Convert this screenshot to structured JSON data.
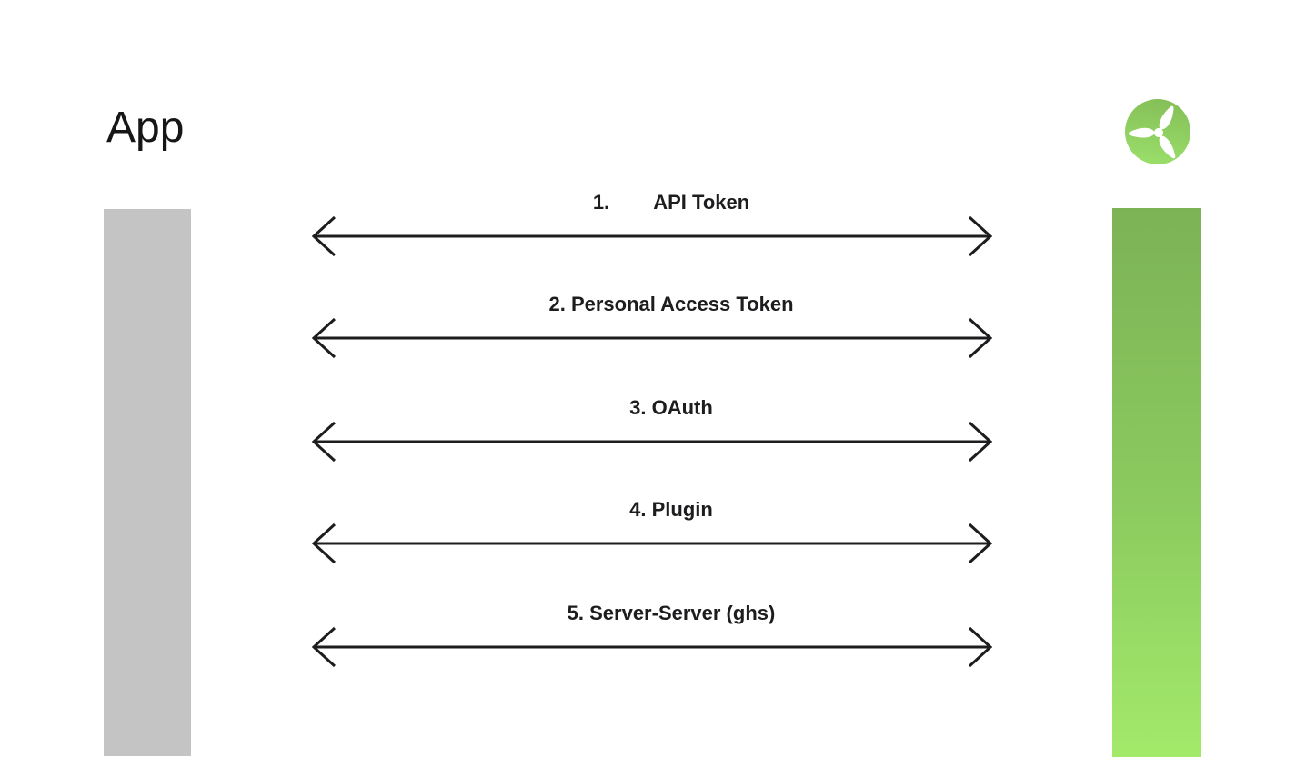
{
  "header": {
    "title": "App"
  },
  "logo": {
    "name": "green-turbine-logo",
    "circle_color_top": "#85bf58",
    "circle_color_bottom": "#9ade6a",
    "blade_color": "#ffffff"
  },
  "left_bar": {
    "color": "#c4c4c4"
  },
  "right_bar": {
    "gradient_top": "#7cb356",
    "gradient_bottom": "#a3ea6b"
  },
  "arrow": {
    "color": "#1d1d1f",
    "style": "double-headed"
  },
  "connections": [
    {
      "label": "1.        API Token"
    },
    {
      "label": "2. Personal Access Token"
    },
    {
      "label": "3. OAuth"
    },
    {
      "label": "4. Plugin"
    },
    {
      "label": "5. Server-Server (ghs)"
    }
  ]
}
